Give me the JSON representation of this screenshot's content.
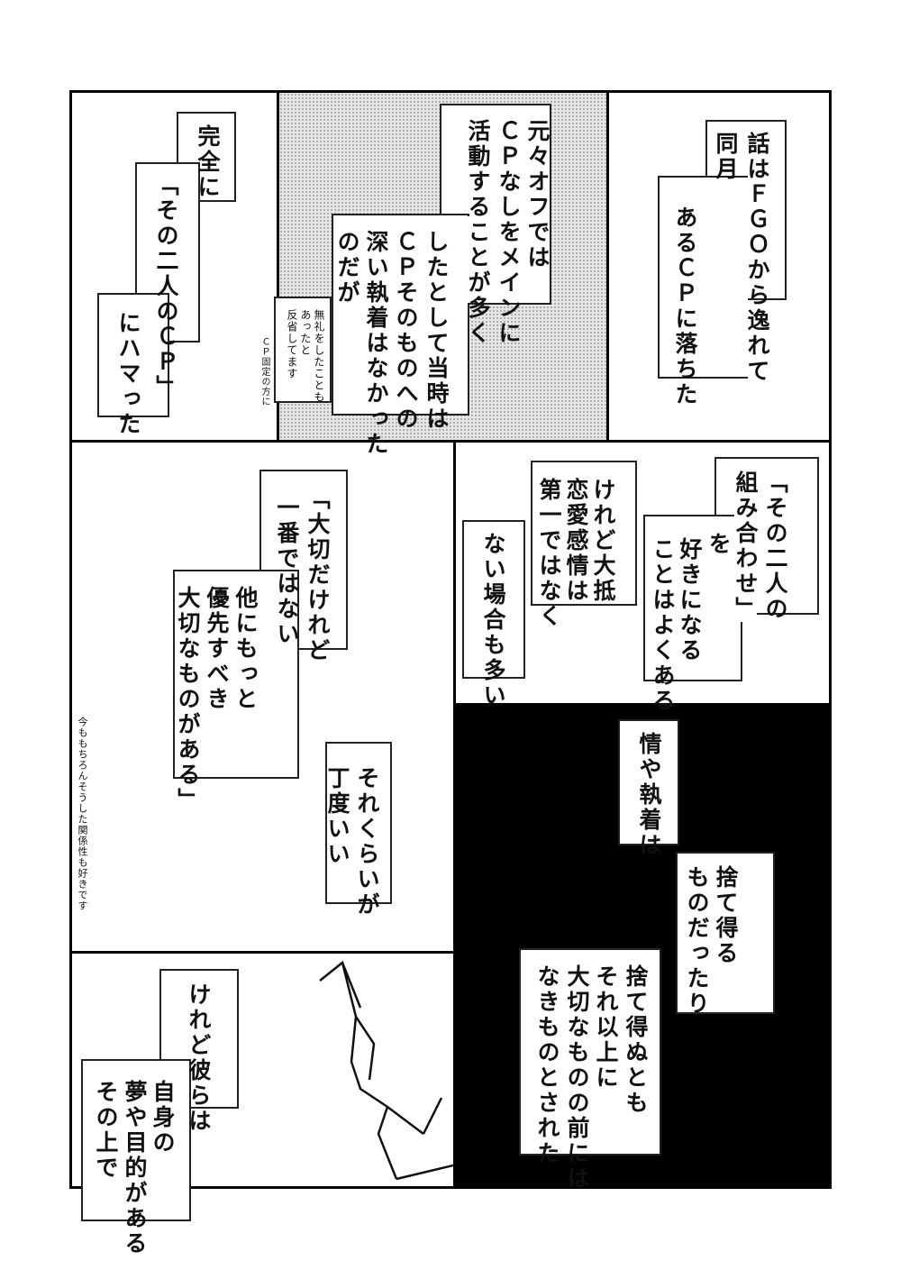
{
  "panels": {
    "p1": {
      "lines": [
        "話はＦＧＯから逸れて",
        "同月",
        "あるＣＰに落ちた"
      ]
    },
    "p2": {
      "lines": [
        "元々オフでは",
        "ＣＰなしをメインに",
        "活動することが多く",
        "したとして当時は",
        "ＣＰそのものへの",
        "深い執着はなかった",
        "のだが"
      ],
      "note": [
        "無礼をしたことも",
        "あったと",
        "反省してます"
      ],
      "side_note": "ＣＰ固定の方に"
    },
    "p3": {
      "lines": [
        "完全に",
        "「その二人のＣＰ」",
        "にハマった"
      ]
    },
    "p4": {
      "box1": [
        "「その二人の",
        "組み合わせ」",
        "を",
        "好きになる",
        "ことはよくある"
      ],
      "box2": [
        "けれど大抵",
        "恋愛感情は",
        "第一ではなく"
      ],
      "box3": [
        "ない場合も多い"
      ]
    },
    "p5": {
      "box1": [
        "「大切だけれど",
        "一番ではない",
        "他にもっと",
        "優先すべき",
        "大切なものがある」"
      ],
      "box2": [
        "それくらいが",
        "丁度いい"
      ],
      "side_note": "今ももちろんそうした関係性も好きです"
    },
    "p6": {
      "box1": [
        "情や執着は"
      ],
      "box2": [
        "捨て得る",
        "ものだったり"
      ],
      "box3": [
        "捨て得ぬとも",
        "それ以上に",
        "大切なものの前には",
        "なきものとされた"
      ]
    },
    "p7": {
      "box1": [
        "けれど彼らは"
      ],
      "box2": [
        "自身の",
        "夢や目的がある",
        "その上で"
      ]
    }
  }
}
